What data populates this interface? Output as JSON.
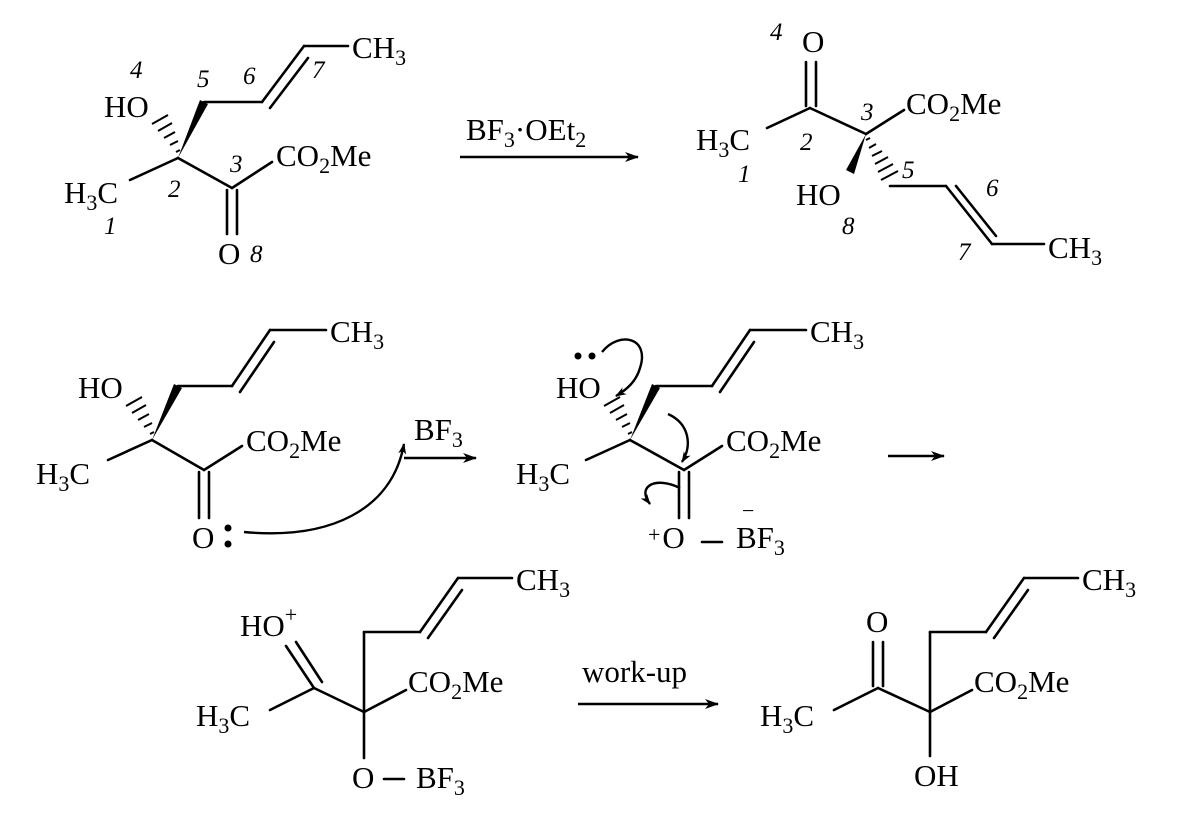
{
  "groups": {
    "ch3": "CH",
    "ch3_sub": "3",
    "h3c_h": "H",
    "h3c_sub": "3",
    "h3c_c": "C",
    "ho": "HO",
    "oh": "OH",
    "o": "O",
    "co2me_co": "CO",
    "co2me_sub": "2",
    "co2me_me": "Me",
    "bf3_bf": "BF",
    "bf3_sub": "3",
    "plus": "+",
    "minus": "−",
    "dash": "–"
  },
  "reagents": {
    "step1_bf": "BF",
    "step1_sub3": "3",
    "step1_dot": "·",
    "step1_oet": "OEt",
    "step1_sub2": "2",
    "step2": "work-up"
  },
  "atom_numbers": [
    "1",
    "2",
    "3",
    "4",
    "5",
    "6",
    "7",
    "8"
  ]
}
